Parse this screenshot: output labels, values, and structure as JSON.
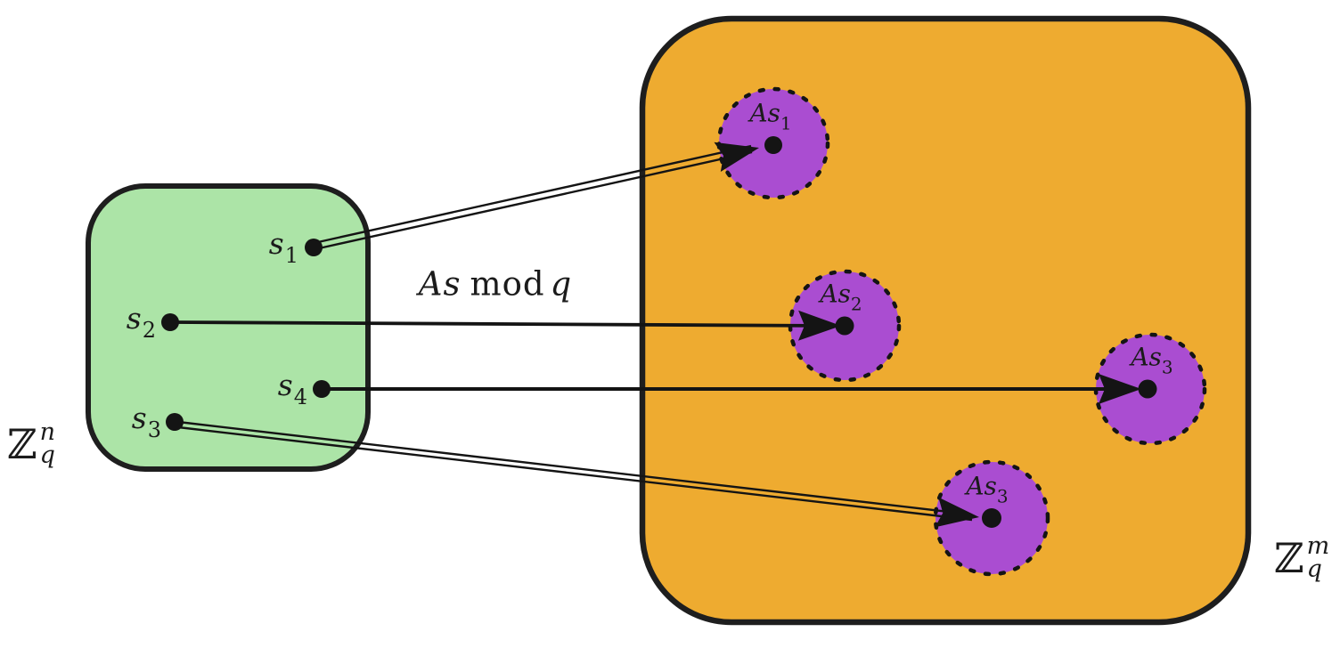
{
  "colors": {
    "left_set_fill": "#ace4a7",
    "right_set_fill": "#eeab30",
    "cluster_fill": "#aa4dd1",
    "stroke": "#1e1e1e"
  },
  "left_set": {
    "symbol": {
      "base": "ℤ",
      "sup": "n",
      "sub": "q"
    },
    "points": [
      {
        "base": "s",
        "sub": "1"
      },
      {
        "base": "s",
        "sub": "2"
      },
      {
        "base": "s",
        "sub": "4"
      },
      {
        "base": "s",
        "sub": "3"
      }
    ]
  },
  "map_label": {
    "vars": "As",
    "op": "mod",
    "modulus": "q"
  },
  "right_set": {
    "symbol": {
      "base": "ℤ",
      "sup": "m",
      "sub": "q"
    },
    "clusters": [
      {
        "base": "As",
        "sub": "1"
      },
      {
        "base": "As",
        "sub": "2"
      },
      {
        "base": "As",
        "sub": "3"
      },
      {
        "base": "As",
        "sub": "3"
      }
    ]
  }
}
